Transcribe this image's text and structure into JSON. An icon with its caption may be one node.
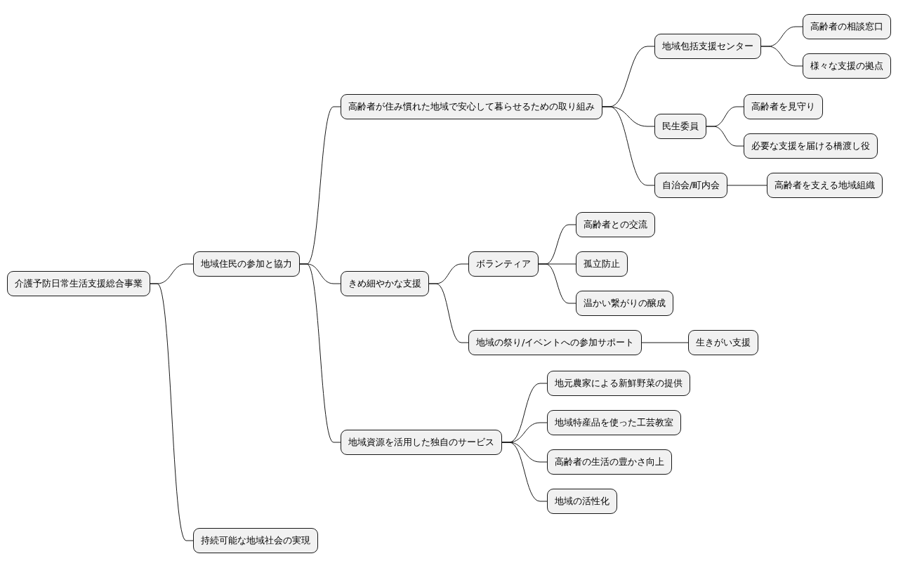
{
  "diagram": {
    "nodes": [
      {
        "text": [
          "介護予防日常生活支援総合事業"
        ]
      },
      {
        "text": [
          "地域住民の参加と協力"
        ]
      },
      {
        "text": [
          "高齢者が住み慣れた地域で安心して暮らせるための取り組み"
        ]
      },
      {
        "text": [
          "地域包括支援センター"
        ]
      },
      {
        "text": [
          "高齢者の相談窓口"
        ]
      },
      {
        "text": [
          "様々な支援の拠点"
        ]
      },
      {
        "text": [
          "民生委員"
        ]
      },
      {
        "text": [
          "高齢者を見守り"
        ]
      },
      {
        "text": [
          "必要な支援を届ける橋渡し役"
        ]
      },
      {
        "text": [
          "自治会/町内会"
        ]
      },
      {
        "text": [
          "高齢者を支える地域組織"
        ]
      },
      {
        "text": [
          "きめ細やかな支援"
        ]
      },
      {
        "text": [
          "ボランティア"
        ]
      },
      {
        "text": [
          "高齢者との交流"
        ]
      },
      {
        "text": [
          "孤立防止"
        ]
      },
      {
        "text": [
          "温かい繋がりの醸成"
        ]
      },
      {
        "text": [
          "地域の祭り/イベントへの参加サポート"
        ]
      },
      {
        "text": [
          "生きがい支援"
        ]
      },
      {
        "text": [
          "地域資源を活用した独自のサービス"
        ]
      },
      {
        "text": [
          "地元農家による新鮮野菜の提供"
        ]
      },
      {
        "text": [
          "地域特産品を使った工芸教室"
        ]
      },
      {
        "text": [
          "高齢者の生活の豊かさ向上"
        ]
      },
      {
        "text": [
          "地域の活性化"
        ]
      },
      {
        "text": [
          "持続可能な地域社会の実現"
        ]
      }
    ],
    "edges": [
      {
        "from": 0,
        "to": 1,
        "arrow": "none"
      },
      {
        "from": 0,
        "to": 23,
        "arrow": "none"
      },
      {
        "from": 1,
        "to": 2,
        "arrow": "none"
      },
      {
        "from": 1,
        "to": 11,
        "arrow": "none"
      },
      {
        "from": 1,
        "to": 18,
        "arrow": "none"
      },
      {
        "from": 2,
        "to": 3,
        "arrow": "none"
      },
      {
        "from": 2,
        "to": 6,
        "arrow": "none"
      },
      {
        "from": 2,
        "to": 9,
        "arrow": "none"
      },
      {
        "from": 3,
        "to": 4,
        "arrow": "none"
      },
      {
        "from": 3,
        "to": 5,
        "arrow": "none"
      },
      {
        "from": 6,
        "to": 7,
        "arrow": "none"
      },
      {
        "from": 6,
        "to": 8,
        "arrow": "none"
      },
      {
        "from": 9,
        "to": 10,
        "arrow": "none"
      },
      {
        "from": 11,
        "to": 12,
        "arrow": "none"
      },
      {
        "from": 11,
        "to": 16,
        "arrow": "none"
      },
      {
        "from": 12,
        "to": 13,
        "arrow": "none"
      },
      {
        "from": 12,
        "to": 14,
        "arrow": "none"
      },
      {
        "from": 12,
        "to": 15,
        "arrow": "none"
      },
      {
        "from": 16,
        "to": 17,
        "arrow": "none"
      },
      {
        "from": 18,
        "to": 19,
        "arrow": "none"
      },
      {
        "from": 18,
        "to": 20,
        "arrow": "none"
      },
      {
        "from": 18,
        "to": 21,
        "arrow": "none"
      },
      {
        "from": 18,
        "to": 22,
        "arrow": "none"
      }
    ]
  }
}
